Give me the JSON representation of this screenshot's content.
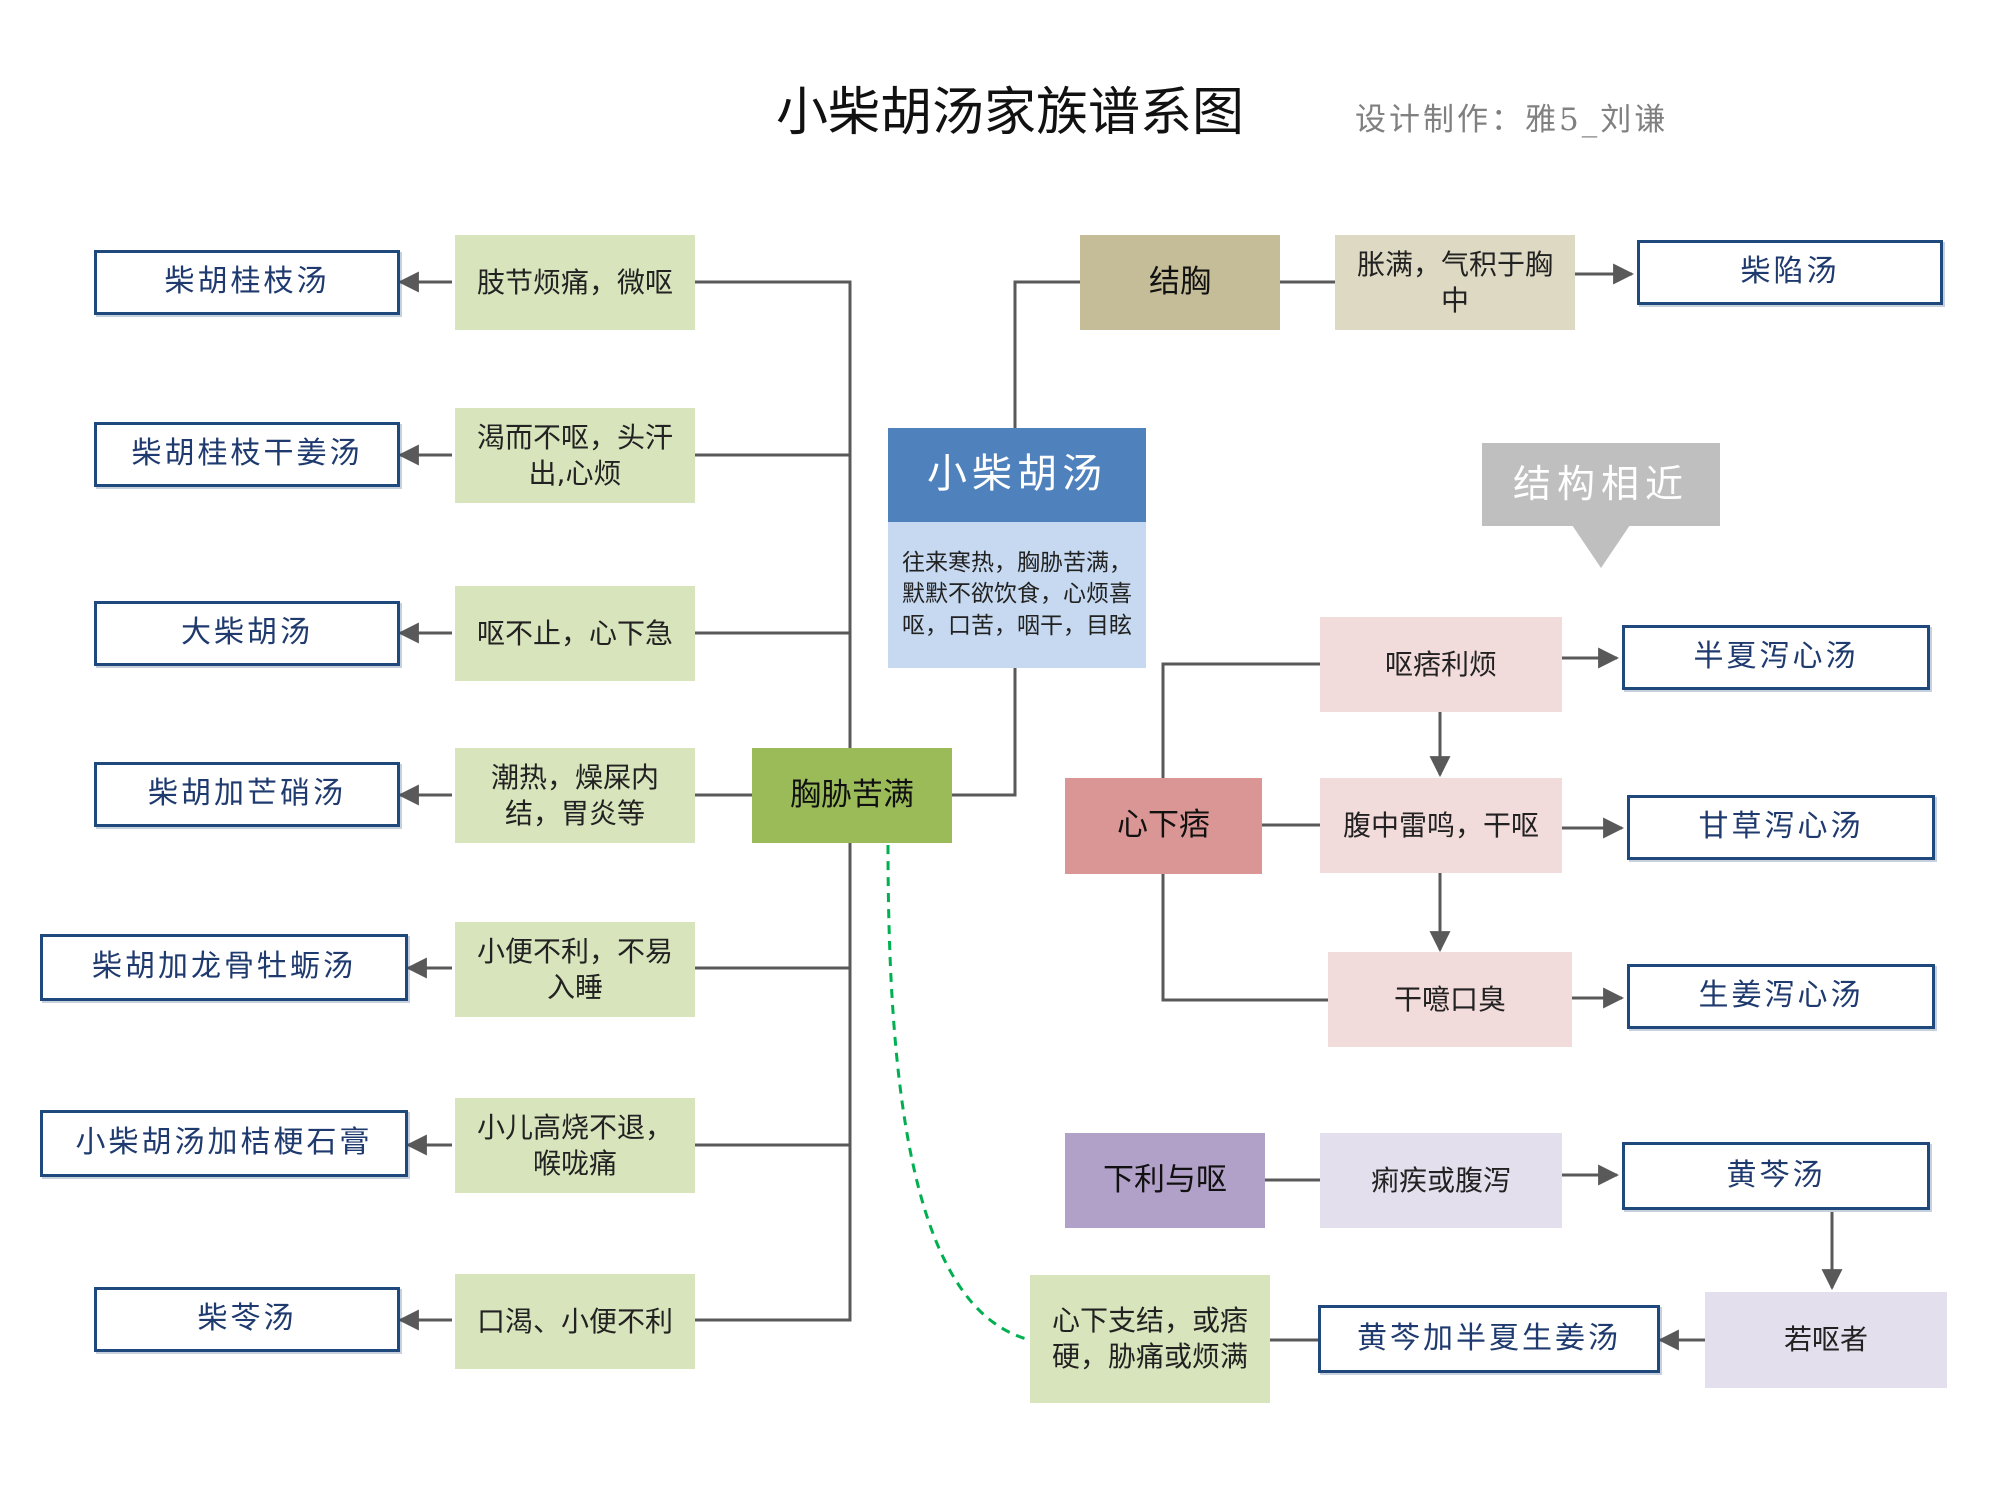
{
  "title": "小柴胡汤家族谱系图",
  "author": "设计制作：雅5_刘谦",
  "center": {
    "name": "小柴胡汤",
    "description": "往来寒热，胸胁苦满，默默不欲饮食，心烦喜呕，口苦，咽干，目眩"
  },
  "key_symptoms": {
    "chest_hypochondrium": "胸胁苦满",
    "chest_bind": "结胸",
    "epigastric_stuffiness": "心下痞",
    "diarrhea_vomiting": "下利与呕"
  },
  "left_branches": [
    {
      "symptom": "肢节烦痛，微呕",
      "formula": "柴胡桂枝汤"
    },
    {
      "symptom": "渴而不呕，头汗出,心烦",
      "formula": "柴胡桂枝干姜汤"
    },
    {
      "symptom": "呕不止，心下急",
      "formula": "大柴胡汤"
    },
    {
      "symptom": "潮热，燥屎内结，胃炎等",
      "formula": "柴胡加芒硝汤"
    },
    {
      "symptom": "小便不利，不易入睡",
      "formula": "柴胡加龙骨牡蛎汤"
    },
    {
      "symptom": "小儿高烧不退，喉咙痛",
      "formula": "小柴胡汤加桔梗石膏"
    },
    {
      "symptom": "口渴、小便不利",
      "formula": "柴苓汤"
    }
  ],
  "chest_bind_branch": {
    "symptom": "胀满，气积于胸中",
    "formula": "柴陷汤"
  },
  "similar_structure_label": "结构相近",
  "xinxiapi_branches": [
    {
      "symptom": "呕痞利烦",
      "formula": "半夏泻心汤"
    },
    {
      "symptom": "腹中雷鸣，干呕",
      "formula": "甘草泻心汤"
    },
    {
      "symptom": "干噫口臭",
      "formula": "生姜泻心汤"
    }
  ],
  "xiali_branch": {
    "symptom": "痢疾或腹泻",
    "formula": "黄芩汤",
    "condition": "若呕者",
    "derived_formula": "黄芩加半夏生姜汤",
    "dashed_symptom": "心下支结，或痞硬，胁痛或烦满"
  },
  "colors": {
    "formula_border": "#1f497d",
    "connector": "#595959",
    "dashed_link": "#00b050",
    "main_head": "#4f81bd",
    "main_desc": "#c6d9f0",
    "key_green": "#9bbb59",
    "key_tan": "#c4bd97",
    "key_red": "#da9694",
    "key_purple": "#b1a0c7"
  }
}
